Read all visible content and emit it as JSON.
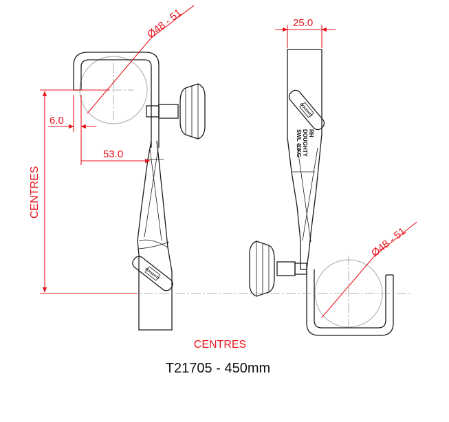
{
  "diagram": {
    "title": "T21705 - 450mm",
    "centres_label_vertical": "CENTRES",
    "centres_label_horizontal": "CENTRES",
    "dim_diameter_left": "Ø48 - 51",
    "dim_diameter_right": "Ø48 - 51",
    "dim_lip": "6.0",
    "dim_offset": "53.0",
    "dim_width": "25.0",
    "brand_mark": "DOUGHTY",
    "side_text_1": "RH",
    "side_text_2": "DOUGHTY",
    "side_text_3": "SWL 40KG",
    "colors": {
      "dimension": "#e8141c",
      "outline": "#1a1a1a",
      "pipe_circle": "#b5b5b5",
      "centreline": "#9a9a9a"
    }
  }
}
